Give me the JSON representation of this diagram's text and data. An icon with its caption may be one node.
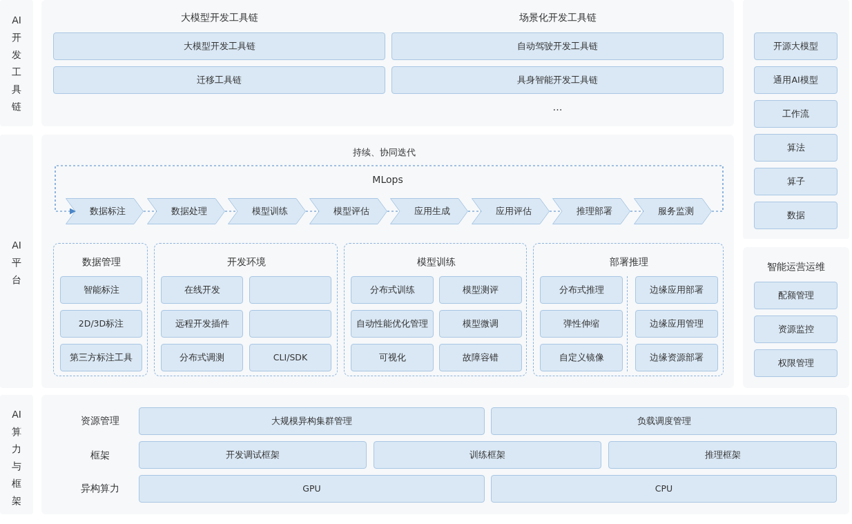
{
  "diagram": {
    "nodes": [
      {
        "text": [
          "AI开发工具链"
        ]
      },
      {
        "text": [
          "大模型开发工具链",
          "场景化开发工具链",
          "…"
        ]
      },
      {
        "text": [
          "大模型开发工具链"
        ],
        "in": 1
      },
      {
        "text": [
          "自动驾驶开发工具链"
        ],
        "in": 1
      },
      {
        "text": [
          "迁移工具链"
        ],
        "in": 1
      },
      {
        "text": [
          "具身智能开发工具链"
        ],
        "in": 1
      },
      {
        "text": [],
        "shape": "box"
      },
      {
        "text": [
          "开源大模型"
        ],
        "in": 6
      },
      {
        "text": [
          "通用AI模型"
        ],
        "in": 6
      },
      {
        "text": [
          "工作流"
        ],
        "in": 6
      },
      {
        "text": [
          "算法"
        ],
        "in": 6
      },
      {
        "text": [
          "算子"
        ],
        "in": 6
      },
      {
        "text": [
          "数据"
        ],
        "in": 6
      },
      {
        "text": [
          "AI平台"
        ]
      },
      {
        "text": [
          "MLops"
        ]
      },
      {
        "text": [
          "数据标注"
        ],
        "in": 14
      },
      {
        "text": [
          "数据处理"
        ],
        "in": 14
      },
      {
        "text": [
          "模型训练"
        ],
        "in": 14
      },
      {
        "text": [
          "模型评估"
        ],
        "in": 14
      },
      {
        "text": [
          "应用生成"
        ],
        "in": 14
      },
      {
        "text": [
          "应用评估"
        ],
        "in": 14
      },
      {
        "text": [
          "推理部署"
        ],
        "in": 14
      },
      {
        "text": [
          "服务监测"
        ],
        "in": 14
      },
      {
        "text": [
          "数据管理"
        ],
        "in": 14
      },
      {
        "text": [
          "智能标注"
        ],
        "in": 23
      },
      {
        "text": [
          "2D/3D标注"
        ],
        "in": 23
      },
      {
        "text": [
          "第三方标注工具"
        ],
        "in": 23
      },
      {
        "text": [
          "开发环境"
        ],
        "in": 14
      },
      {
        "text": [
          "在线开发"
        ],
        "in": 27
      },
      {
        "text": [],
        "shape": "box",
        "in": 27
      },
      {
        "text": [
          "远程开发插件"
        ],
        "in": 27
      },
      {
        "text": [],
        "shape": "box",
        "in": 27
      },
      {
        "text": [
          "分布式调测"
        ],
        "in": 27
      },
      {
        "text": [
          "CLI/SDK"
        ],
        "in": 27
      },
      {
        "text": [
          "模型训练"
        ],
        "in": 14
      },
      {
        "text": [
          "分布式训练"
        ],
        "in": 34
      },
      {
        "text": [
          "模型测评"
        ],
        "in": 34
      },
      {
        "text": [
          "自动性能优化管理"
        ],
        "in": 34
      },
      {
        "text": [
          "模型微调"
        ],
        "in": 34
      },
      {
        "text": [
          "可视化"
        ],
        "in": 34
      },
      {
        "text": [
          "故障容错"
        ],
        "in": 34
      },
      {
        "text": [
          "部署推理"
        ],
        "in": 14
      },
      {
        "text": [
          "分布式推理"
        ],
        "in": 41
      },
      {
        "text": [
          "边缘应用部署"
        ],
        "in": 41
      },
      {
        "text": [
          "弹性伸缩"
        ],
        "in": 41
      },
      {
        "text": [
          "边缘应用管理"
        ],
        "in": 41
      },
      {
        "text": [
          "自定义镜像"
        ],
        "in": 41
      },
      {
        "text": [
          "边缘资源部署"
        ],
        "in": 41
      },
      {
        "text": [
          "智能运营运维"
        ]
      },
      {
        "text": [
          "配额管理"
        ],
        "in": 48
      },
      {
        "text": [
          "资源监控"
        ],
        "in": 48
      },
      {
        "text": [
          "权限管理"
        ],
        "in": 48
      },
      {
        "text": [
          "AI算力与框架"
        ]
      },
      {
        "text": [
          "资源管理",
          "框架",
          "异构算力"
        ]
      },
      {
        "text": [
          "大规模异构集群管理"
        ],
        "in": 53
      },
      {
        "text": [
          "负载调度管理"
        ],
        "in": 53
      },
      {
        "text": [
          "开发调试框架"
        ],
        "in": 53
      },
      {
        "text": [
          "训练框架"
        ],
        "in": 53
      },
      {
        "text": [
          "推理框架"
        ],
        "in": 53
      },
      {
        "text": [
          "GPU"
        ],
        "in": 53
      },
      {
        "text": [
          "CPU"
        ],
        "in": 53
      }
    ],
    "edges": [
      {
        "from": 15,
        "to": 16,
        "arrow": "none",
        "style": "dashed"
      },
      {
        "from": 16,
        "to": 17,
        "arrow": "none",
        "style": "dashed"
      },
      {
        "from": 17,
        "to": 18,
        "arrow": "none",
        "style": "dashed"
      },
      {
        "from": 18,
        "to": 19,
        "arrow": "none",
        "style": "dashed"
      },
      {
        "from": 19,
        "to": 20,
        "arrow": "none",
        "style": "dashed"
      },
      {
        "from": 20,
        "to": 21,
        "arrow": "none",
        "style": "dashed"
      },
      {
        "from": 21,
        "to": 22,
        "arrow": "none",
        "style": "dashed"
      },
      {
        "from": 22,
        "to": 15,
        "arrow": "to",
        "style": "dashed",
        "label": "持续、协同迭代"
      }
    ]
  }
}
